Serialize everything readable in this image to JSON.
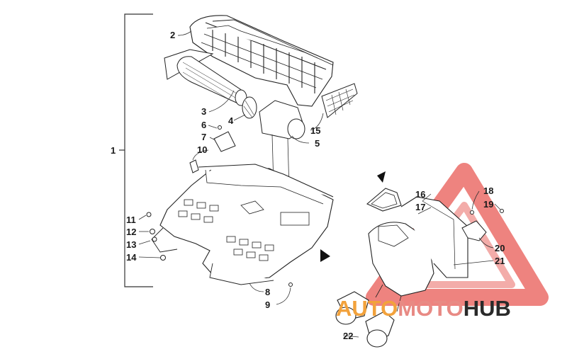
{
  "diagram": {
    "callouts": [
      "1",
      "2",
      "3",
      "4",
      "5",
      "6",
      "7",
      "8",
      "9",
      "10",
      "11",
      "12",
      "13",
      "14",
      "15",
      "16",
      "17",
      "18",
      "19",
      "20",
      "21",
      "22"
    ]
  },
  "watermark": {
    "part1": "AUTO",
    "part2": "MOTO",
    "part3": "HUB",
    "colors": {
      "triangle": "#e85a54",
      "auto": "#f2a23c",
      "moto": "#e88a84",
      "hub": "#2a2a2a"
    }
  }
}
